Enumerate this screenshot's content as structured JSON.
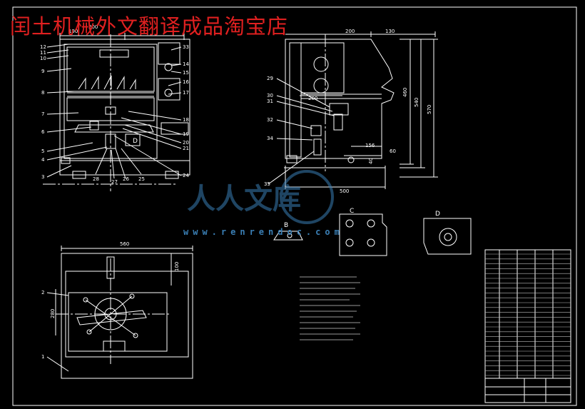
{
  "watermark": {
    "title": "闰土机械外文翻译成品淘宝店",
    "url": "www.renrendoc.com",
    "logo_text": "人人文库"
  },
  "front_view": {
    "dims": [
      "190",
      "200"
    ],
    "callouts_left": [
      "12",
      "11",
      "10",
      "9",
      "8",
      "7",
      "6",
      "5",
      "4",
      "3"
    ],
    "callouts_right": [
      "33",
      "14",
      "15",
      "16",
      "17",
      "18",
      "19",
      "20",
      "21",
      "24"
    ],
    "callouts_bottom": [
      "28",
      "27",
      "26",
      "25"
    ],
    "section_label": "D"
  },
  "side_view": {
    "dims_top": [
      "200",
      "130"
    ],
    "dims_right": [
      "460",
      "540",
      "570"
    ],
    "dims_inner": [
      "200",
      "156",
      "60",
      "40"
    ],
    "dim_bottom": "500",
    "callouts": [
      "29",
      "30",
      "31",
      "32",
      "34",
      "35"
    ]
  },
  "plan_view": {
    "dim_top": "560",
    "dim_right": "100",
    "dim_left": "280",
    "callouts": [
      "2",
      "1"
    ]
  },
  "detail_views": [
    {
      "label": "B"
    },
    {
      "label": "C"
    },
    {
      "label": "D"
    }
  ],
  "colors": {
    "background": "#000000",
    "linework": "#ffffff",
    "watermark_red": "#e02020",
    "watermark_blue": "#3a7fb5"
  }
}
